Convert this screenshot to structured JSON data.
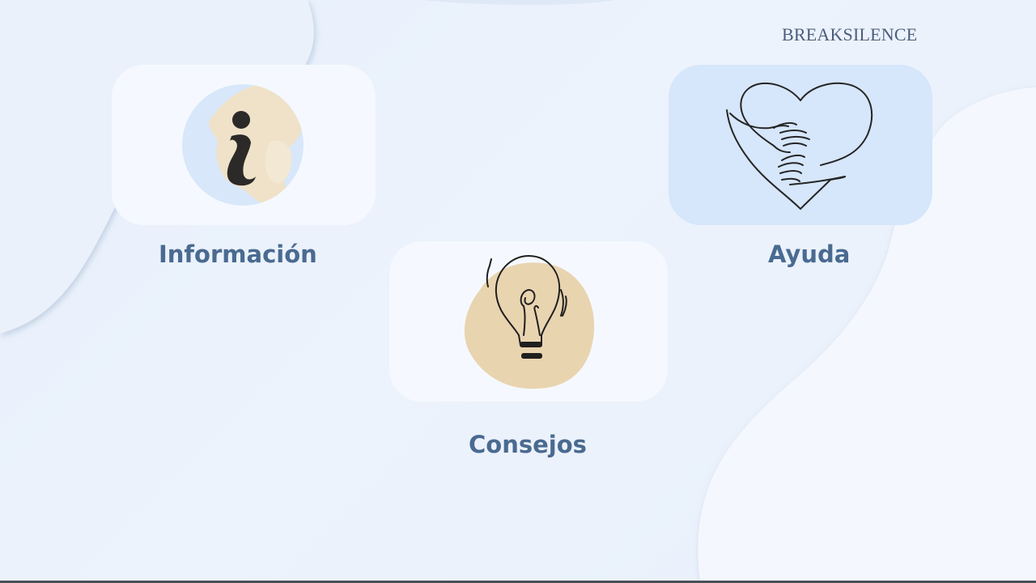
{
  "brand": {
    "name": "BREAKSILENCE"
  },
  "cards": {
    "info": {
      "label": "Información",
      "icon": "info-icon"
    },
    "tips": {
      "label": "Consejos",
      "icon": "lightbulb-icon"
    },
    "help": {
      "label": "Ayuda",
      "icon": "heart-hug-icon"
    }
  },
  "colors": {
    "label_text": "#4a6a90",
    "card_light": "#f5f9ff",
    "card_blue": "#d6e6fb",
    "tan": "#e9d4b0",
    "brand_text": "#4a5d7c"
  }
}
